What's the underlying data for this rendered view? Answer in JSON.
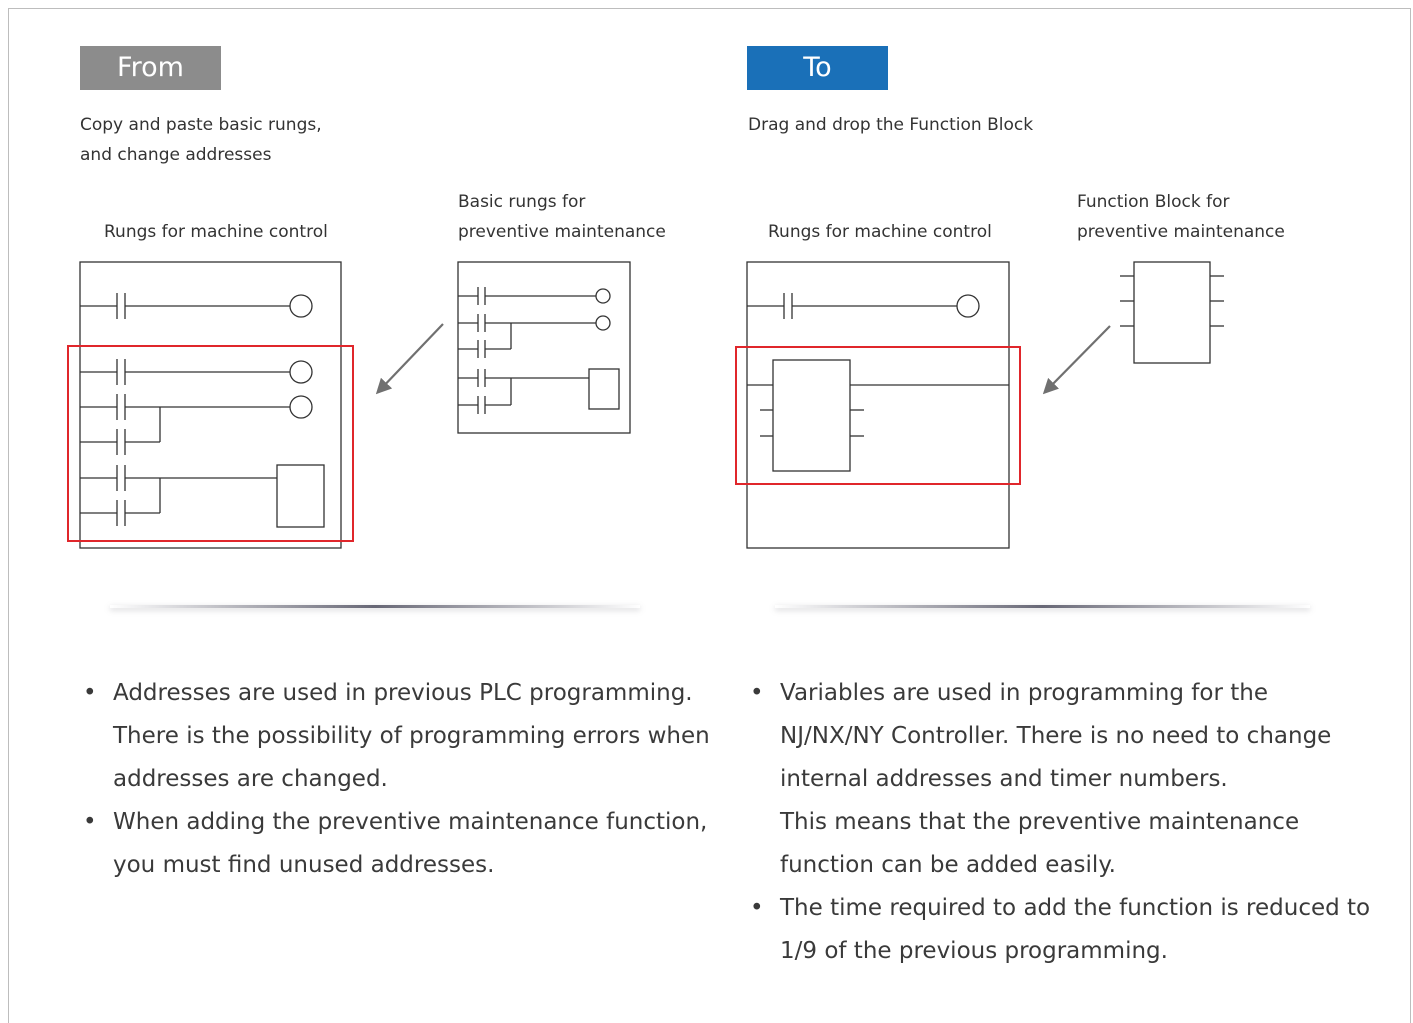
{
  "colors": {
    "from_tag": "#8c8c8c",
    "to_tag": "#1a70b8",
    "highlight": "#e0262b",
    "arrow": "#707070"
  },
  "from": {
    "tag": "From",
    "caption_lines": [
      "Copy and paste basic rungs,",
      "and change addresses"
    ],
    "main_label": "Rungs for machine control",
    "side_label_lines": [
      "Basic rungs for",
      "preventive maintenance"
    ],
    "notes": [
      [
        "Addresses are used in previous PLC programming.",
        "There is the possibility of programming errors when",
        "addresses are changed."
      ],
      [
        "When adding the preventive maintenance function,",
        "you must find unused addresses."
      ]
    ]
  },
  "to": {
    "tag": "To",
    "caption_lines": [
      "Drag and drop the Function Block"
    ],
    "main_label": "Rungs for machine control",
    "side_label_lines": [
      "Function Block for",
      "preventive maintenance"
    ],
    "notes": [
      [
        "Variables are used in programming for the",
        "NJ/NX/NY Controller. There is no need to change",
        "internal addresses and timer numbers.",
        "This means that the preventive maintenance",
        "function can be added easily."
      ],
      [
        "The time required to add the function is reduced to",
        "1/9 of the previous programming."
      ]
    ]
  },
  "bullet": "•"
}
